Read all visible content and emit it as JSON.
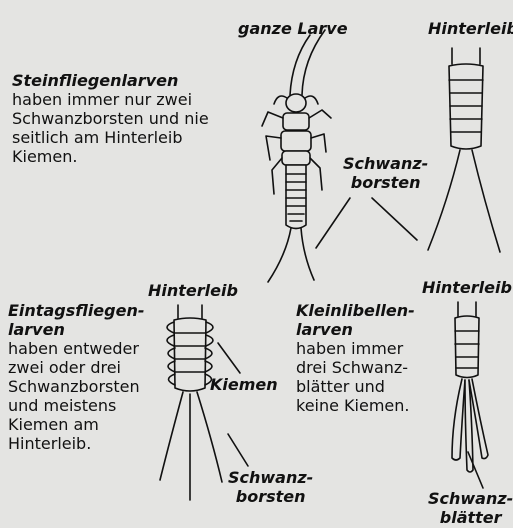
{
  "labels": {
    "ganze_larve": "ganze Larve",
    "hinterleib_top": "Hinterleib",
    "schwanzborsten_top": "Schwanz-\nborsten",
    "hinterleib_mid": "Hinterleib",
    "kiemen": "Kiemen",
    "schwanzborsten_bottom": "Schwanz-\nborsten",
    "hinterleib_right": "Hinterleib",
    "schwanzblaetter": "Schwanz-\nblätter"
  },
  "texts": {
    "steinfliegen_title": "Steinfliegenlarven",
    "steinfliegen_body": "haben immer nur zwei\nSchwanzborsten und nie\nseitlich am Hinterleib\nKiemen.",
    "eintags_title": "Eintagsfliegen-\nlarven",
    "eintags_body": "haben entweder\nzwei oder drei\nSchwanzborsten\nund meistens\nKiemen am\nHinterleib.",
    "kleinlibellen_title": "Kleinlibellen-\nlarven",
    "kleinlibellen_body": "haben immer\ndrei Schwanz-\nblätter und\nkeine Kiemen."
  }
}
